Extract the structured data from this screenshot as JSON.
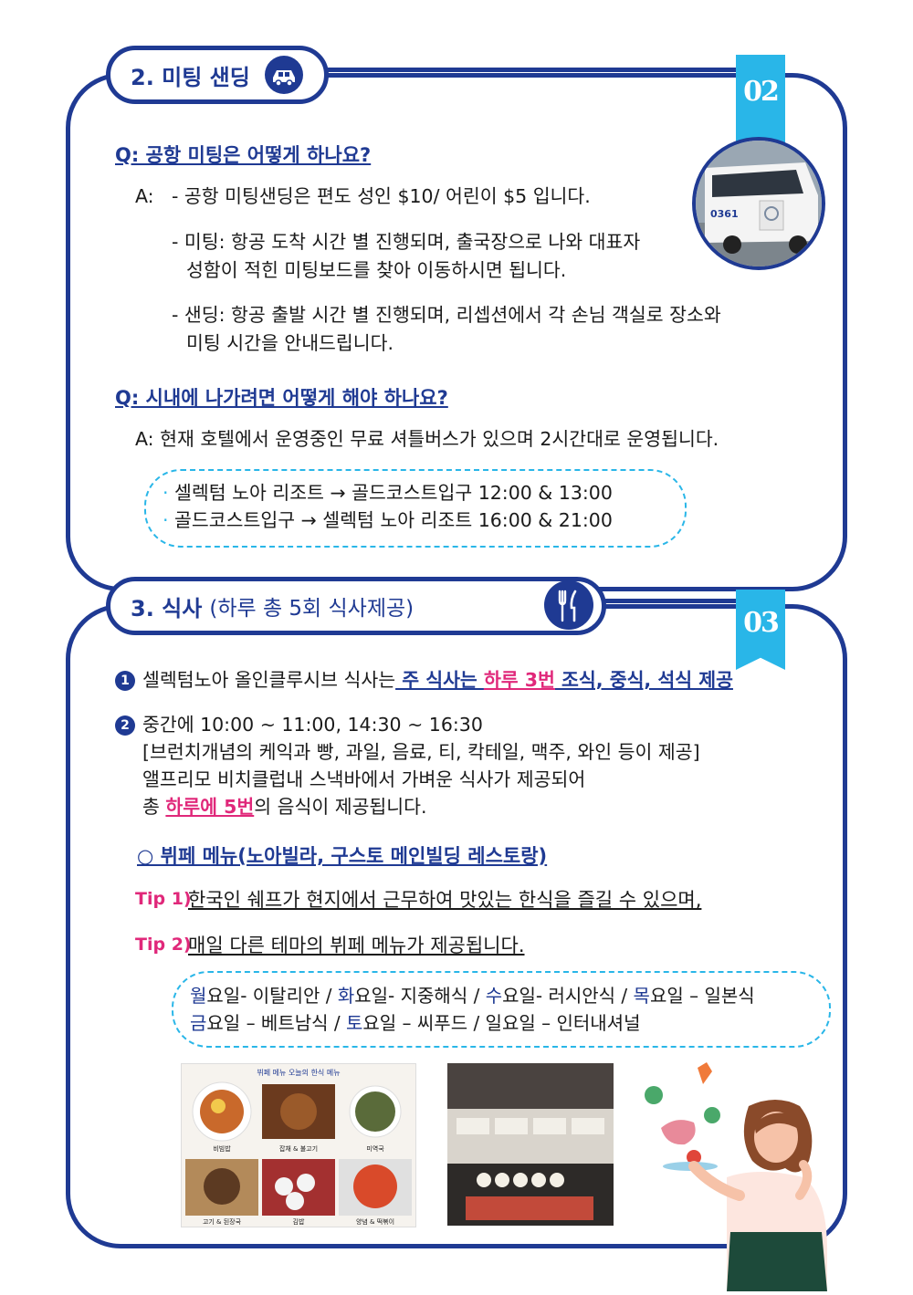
{
  "section2": {
    "title": "2. 미팅 샌딩",
    "badge": "02",
    "q1": "Q: 공항 미팅은 어떻게 하나요?",
    "a1_prefix": "A:",
    "a1_lines": [
      "- 공항 미팅샌딩은 편도 성인 $10/ 어린이 $5 입니다.",
      "- 미팅: 항공 도착 시간 별 진행되며, 출국장으로 나와 대표자",
      "성함이 적힌 미팅보드를 찾아 이동하시면 됩니다.",
      "- 샌딩: 항공 출발 시간 별 진행되며, 리셉션에서 각 손님 객실로 장소와",
      "미팅 시간을 안내드립니다."
    ],
    "q2": "Q: 시내에 나가려면 어떻게 해야 하나요?",
    "a2": "A: 현재 호텔에서 운영중인 무료 셔틀버스가 있으며 2시간대로 운영됩니다.",
    "shuttle": [
      "셀렉텀 노아 리조트 → 골드코스트입구 12:00 & 13:00",
      "골드코스트입구 → 셀렉텀 노아 리조트 16:00 & 21:00"
    ],
    "bus_text": "0361"
  },
  "section3": {
    "title": "3. 식사",
    "subtitle": "(하루 총 5회 식사제공)",
    "badge": "03",
    "item1_num": "1",
    "item1_text": "셀렉텀노아 올인클루시브 식사는",
    "item1_u1": " 주 식사는 ",
    "item1_pink": "하루 3번",
    "item1_u2": " 조식, 중식, 석식 제공",
    "item2_num": "2",
    "item2_line1": "중간에 10:00 ~ 11:00, 14:30 ~ 16:30",
    "item2_line2": "[브런치개념의 케익과 빵, 과일, 음료, 티, 칵테일, 맥주, 와인 등이 제공]",
    "item2_line3": "앨프리모 비치클럽내 스낵바에서 가벼운 식사가 제공되어",
    "item2_line4_a": "총 ",
    "item2_line4_pink": "하루에 5번",
    "item2_line4_b": "의 음식이 제공됩니다.",
    "buffet_heading": "○ 뷔페 메뉴(노아빌라, 구스토 메인빌딩 레스토랑)",
    "tip1_label": "Tip 1)",
    "tip1_text": "한국인 쉐프가 현지에서 근무하여 맛있는 한식을 즐길 수 있으며,",
    "tip2_label": "Tip 2)",
    "tip2_text": "매일 다른 테마의 뷔페 메뉴가 제공됩니다.",
    "week_line1": [
      {
        "d": "월",
        "t": "요일- 이탈리안 / "
      },
      {
        "d": "화",
        "t": "요일- 지중해식 / "
      },
      {
        "d": "수",
        "t": "요일- 러시안식 / "
      },
      {
        "d": "목",
        "t": "요일 – 일본식"
      }
    ],
    "week_line2": [
      {
        "d": "금",
        "t": "요일 – 베트남식 / "
      },
      {
        "d": "토",
        "t": "요일 – 씨푸드 / 일요일 – 인터내셔널"
      }
    ],
    "menu_photo_header": "뷔페 메뉴 오늘의 한식 메뉴",
    "menu_captions": [
      "비빔밥",
      "잡채 & 불고기",
      "미역국",
      "고기 & 된장국",
      "김밥",
      "양념 & 떡볶이"
    ]
  },
  "colors": {
    "navy": "#1f3a93",
    "sky": "#29b6e8",
    "pink": "#e0287a"
  }
}
